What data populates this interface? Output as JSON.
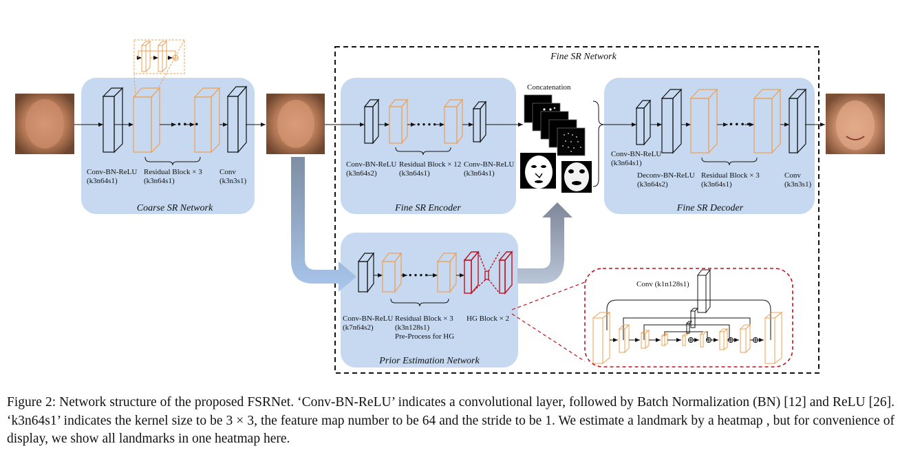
{
  "fine_sr_network_title": "Fine SR Network",
  "coarse": {
    "title": "Coarse SR Network",
    "label1": "Conv-BN-ReLU",
    "param1": "(k3n64s1)",
    "label2": "Residual Block × 3",
    "param2": "(k3n64s1)",
    "label3": "Conv",
    "param3": "(k3n3s1)"
  },
  "encoder": {
    "title": "Fine SR Encoder",
    "label1": "Conv-BN-ReLU",
    "param1": "(k3n64s2)",
    "label2": "Residual Block × 12",
    "param2": "(k3n64s1)",
    "label3": "Conv-BN-ReLU",
    "param3": "(k3n64s1)"
  },
  "concatenation_label": "Concatenation",
  "decoder": {
    "title": "Fine SR Decoder",
    "label1": "Conv-BN-ReLU",
    "param1": "(k3n64s1)",
    "label2": "Deconv-BN-ReLU",
    "param2": "(k3n64s2)",
    "label3": "Residual Block × 3",
    "param3": "(k3n64s1)",
    "label4": "Conv",
    "param4": "(k3n3s1)"
  },
  "prior": {
    "title": "Prior Estimation Network",
    "label1": "Conv-BN-ReLU",
    "param1": "(k7n64s2)",
    "label2": "Residual Block × 3",
    "param2": "(k3n128s1)",
    "label2b": "Pre-Process for HG",
    "label3": "HG Block × 2"
  },
  "hg_detail_label": "Conv (k1n128s1)",
  "caption": {
    "prefix": "Figure 2:",
    "text": " Network structure of the proposed FSRNet. ‘Conv-BN-ReLU’ indicates a convolutional layer, followed by Batch Normalization (BN) [12] and ReLU [26]. ‘k3n64s1’ indicates the kernel size to be 3 × 3, the feature map number to be 64 and the stride to be 1. We estimate a landmark by a heatmap , but for convenience of display, we show all landmarks in one heatmap here."
  },
  "colors": {
    "panel": "#c6d9f0",
    "orange": "#f0a050",
    "red": "#c0101c",
    "dash_red": "#c0101c"
  }
}
